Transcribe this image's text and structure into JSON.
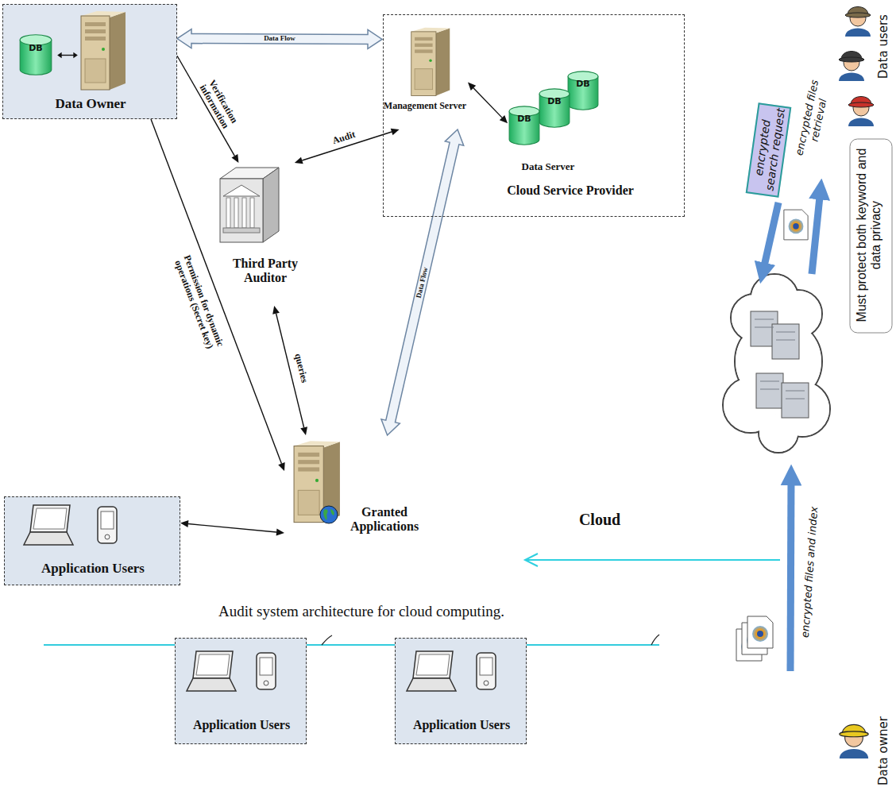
{
  "diagram": {
    "caption": "Audit system architecture for cloud computing.",
    "nodes": [
      {
        "text": [
          "Data Owner"
        ]
      },
      {
        "text": [
          "DB"
        ],
        "in": 0
      },
      {
        "text": [
          "Cloud"
        ]
      },
      {
        "text": [
          "Cloud Service Provider"
        ],
        "in": 2
      },
      {
        "text": [
          "Management Server"
        ],
        "in": 3
      },
      {
        "text": [
          "DB"
        ],
        "in": 3
      },
      {
        "text": [
          "DB"
        ],
        "in": 3
      },
      {
        "text": [
          "DB"
        ],
        "in": 3
      },
      {
        "text": [
          "Third Party Auditor"
        ],
        "in": 2
      },
      {
        "text": [
          "Granted Applications"
        ],
        "in": 2
      },
      {
        "text": [
          "Application Users"
        ]
      },
      {
        "text": [
          "encrypted search request"
        ]
      },
      {
        "text": [
          "Must protect both keyword and data privacy"
        ]
      },
      {
        "text": [
          "Application Users"
        ]
      },
      {
        "text": [
          "Application Users"
        ]
      }
    ],
    "edges": [
      {
        "from": 0,
        "to": 4,
        "arrow": "both",
        "label": "Data Flow"
      },
      {
        "from": 0,
        "to": 8,
        "arrow": "to",
        "label": "Verification information"
      },
      {
        "from": 8,
        "to": 4,
        "arrow": "both",
        "label": "Audit"
      },
      {
        "from": 0,
        "to": 9,
        "arrow": "to",
        "label": "Permission for dynamic operations (Secret key)"
      },
      {
        "from": 8,
        "to": 9,
        "arrow": "both",
        "label": "queries"
      },
      {
        "from": 4,
        "to": 9,
        "arrow": "both",
        "label": "Data Flow"
      },
      {
        "from": 10,
        "to": 9,
        "arrow": "both"
      },
      {
        "from": 4,
        "to": 7,
        "arrow": "both"
      }
    ],
    "labels": [
      "Data Server",
      "Data users",
      "encrypted files retrieval",
      "encrypted files and index",
      "Data owner"
    ]
  }
}
